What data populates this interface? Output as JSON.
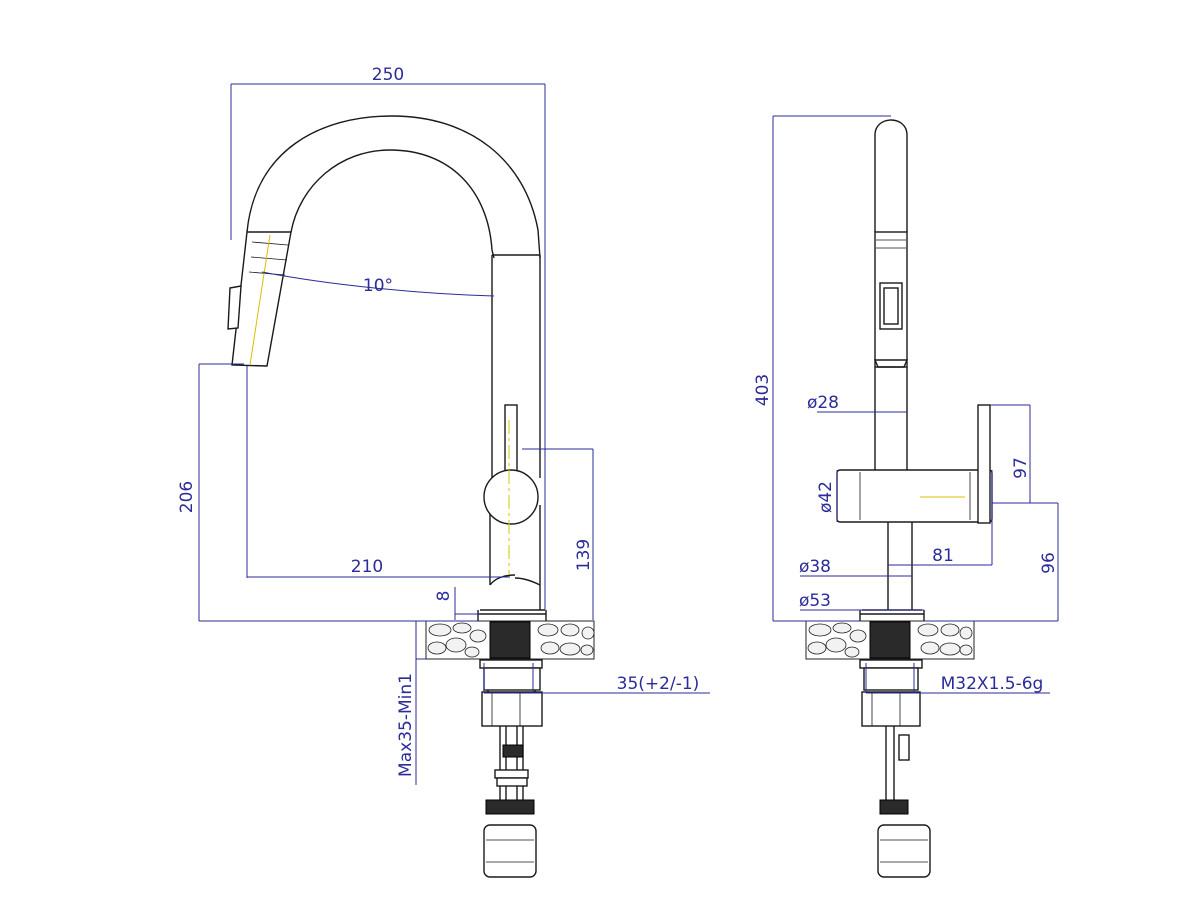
{
  "colors": {
    "dimension": "#2b2b9a",
    "outline": "#1a1a1a",
    "centerline": "#d8c000",
    "counter_fill": "#2a2a2a"
  },
  "side_view": {
    "dim_width": "250",
    "dim_angle": "10°",
    "dim_spout_height": "206",
    "dim_reach": "210",
    "dim_base_offset": "8",
    "dim_lever_height": "139",
    "dim_thread_length": "35(+2/-1)",
    "dim_counter_thickness": "Max35-Min1"
  },
  "front_view": {
    "dim_total_height": "403",
    "dim_diameter_28": "ø28",
    "dim_diameter_42": "ø42",
    "dim_lever_97": "97",
    "dim_lever_81": "81",
    "dim_body_96": "96",
    "dim_diameter_38": "ø38",
    "dim_diameter_53": "ø53",
    "dim_thread": "M32X1.5-6g"
  }
}
